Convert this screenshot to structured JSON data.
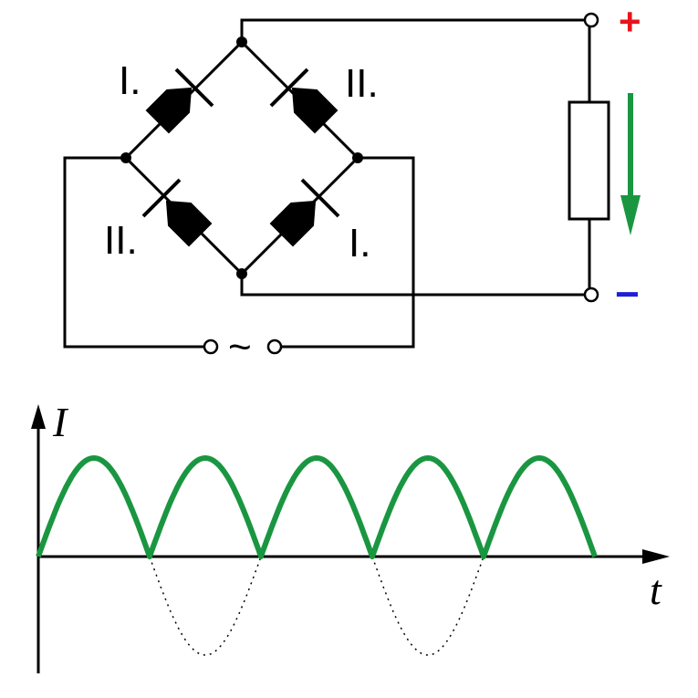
{
  "circuit": {
    "diode_labels": {
      "top_left": "I.",
      "top_right": "II.",
      "bottom_left": "II.",
      "bottom_right": "I."
    },
    "ac_symbol": "~",
    "plus_sign": "+",
    "minus_sign": "−",
    "colors": {
      "plus": "#e8131b",
      "minus": "#1f1fd6",
      "current_arrow": "#1a9641"
    }
  },
  "graph": {
    "y_axis_label": "I",
    "x_axis_label": "t",
    "colors": {
      "rectified": "#1a9641",
      "ghost": "#000000"
    }
  }
}
